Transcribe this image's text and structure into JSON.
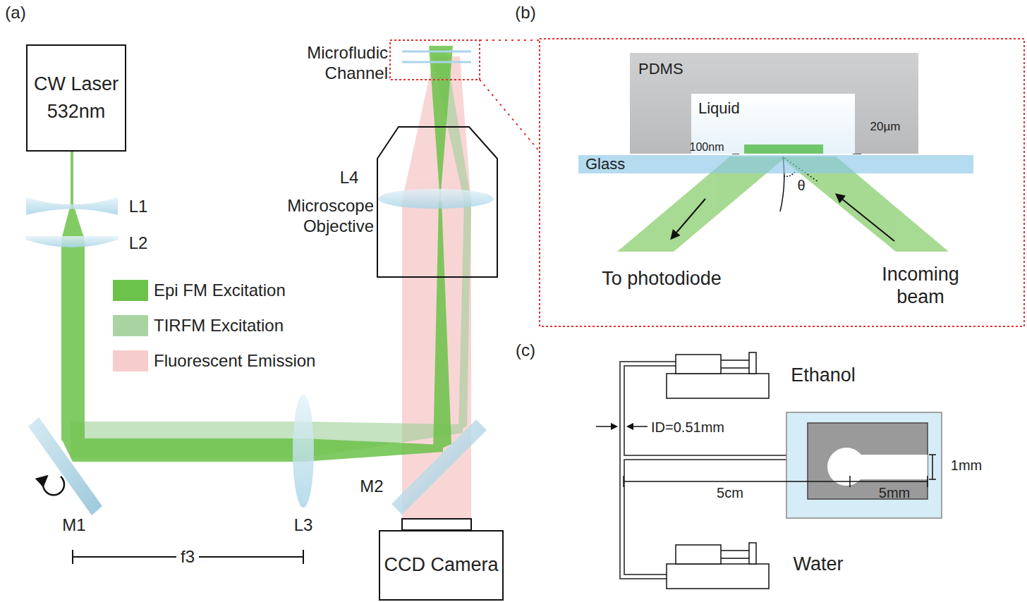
{
  "diagram": {
    "nodes": [
      {
        "text": [
          "CW Laser 532nm"
        ]
      },
      {
        "text": [
          "CCD Camera"
        ]
      },
      {
        "text": [
          "PDMS"
        ]
      },
      {
        "text": [
          "Liquid"
        ],
        "in": 2
      },
      {
        "text": [
          "Glass"
        ]
      }
    ],
    "labels": [
      "(a)",
      "(b)",
      "(c)",
      "Microfludic Channel",
      "L1",
      "L2",
      "L4",
      "Microscope Objective",
      "M1",
      "L3",
      "f3",
      "M2",
      "100nm",
      "20µm",
      "θ",
      "To photodiode",
      "Incoming beam",
      "Ethanol",
      "ID=0.51mm",
      "5cm",
      "5mm",
      "1mm",
      "Water"
    ],
    "legend": [
      {
        "text": "Epi FM Excitation",
        "color": "#6cc24a"
      },
      {
        "text": "TIRFM Excitation",
        "color": "#a9d4a2"
      },
      {
        "text": "Fluorescent Emission",
        "color": "#f7cccc"
      }
    ]
  }
}
